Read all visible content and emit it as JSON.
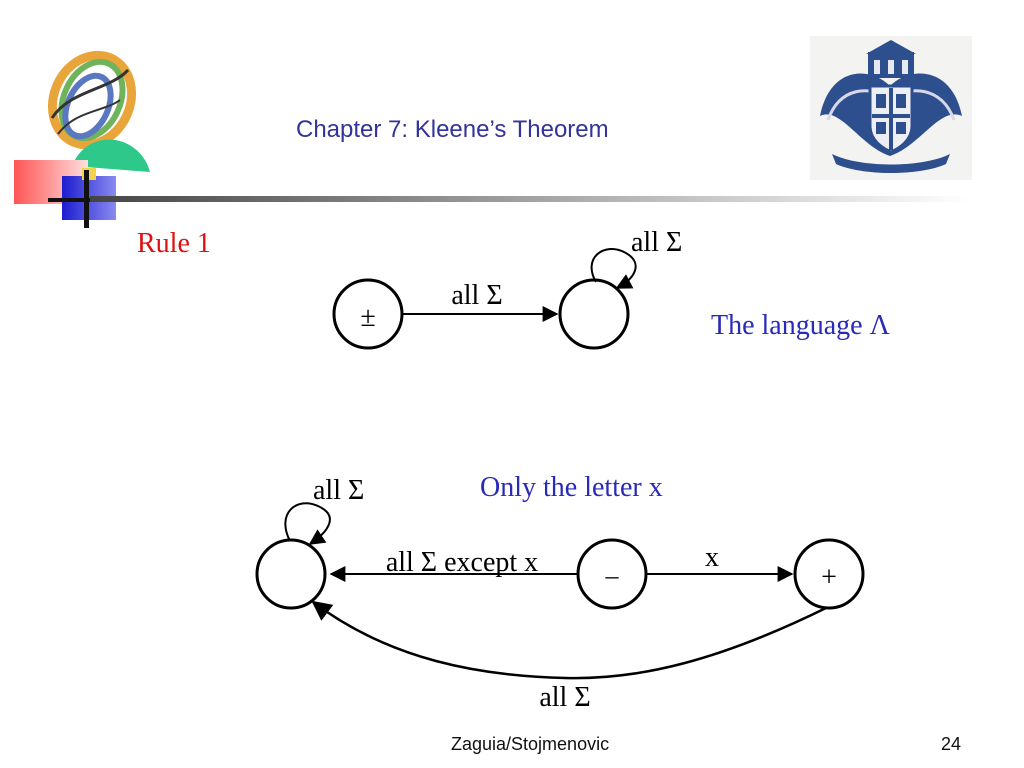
{
  "header": {
    "title": "Chapter 7: Kleene’s Theorem"
  },
  "rule_label": "Rule 1",
  "diagram1": {
    "start_state_label": "±",
    "edge_label": "all Σ",
    "loop_label": "all Σ",
    "caption": "The language Λ"
  },
  "diagram2": {
    "loop_label": "all Σ",
    "caption": "Only the letter x",
    "edge_except_label": "all Σ except x",
    "start_state_label": "–",
    "edge_x_label": "x",
    "final_state_label": "+",
    "bottom_edge_label": "all Σ"
  },
  "footer": {
    "authors": "Zaguia/Stojmenovic",
    "page_number": "24"
  },
  "colors": {
    "title": "#333399",
    "rule": "#dd1111",
    "caption": "#2a2ab8"
  },
  "icons": {
    "left_logo": "swirl-logo-icon",
    "right_logo": "university-crest-icon"
  }
}
